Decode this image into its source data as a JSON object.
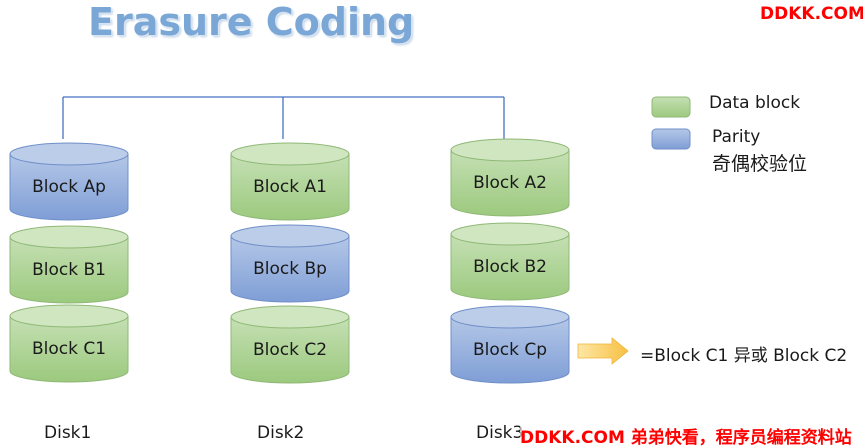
{
  "title": "Erasure Coding",
  "watermark_top": "DDKK.COM",
  "watermark_bottom": "DDKK.COM 弟弟快看，程序员编程资料站",
  "colors": {
    "data_block": "#a8d08d",
    "parity_block": "#8faadc",
    "connector": "#4472c4",
    "arrow": "#f9c85a"
  },
  "legend": {
    "data_label": "Data block",
    "parity_label": "Parity",
    "parity_sub": "奇偶校验位"
  },
  "disks": [
    {
      "name": "Disk1",
      "blocks": [
        {
          "label": "Block Ap",
          "kind": "parity"
        },
        {
          "label": "Block B1",
          "kind": "data"
        },
        {
          "label": "Block C1",
          "kind": "data"
        }
      ]
    },
    {
      "name": "Disk2",
      "blocks": [
        {
          "label": "Block A1",
          "kind": "data"
        },
        {
          "label": "Block Bp",
          "kind": "parity"
        },
        {
          "label": "Block C2",
          "kind": "data"
        }
      ]
    },
    {
      "name": "Disk3",
      "blocks": [
        {
          "label": "Block A2",
          "kind": "data"
        },
        {
          "label": "Block B2",
          "kind": "data"
        },
        {
          "label": "Block Cp",
          "kind": "parity"
        }
      ]
    }
  ],
  "formula": "=Block C1 异或 Block C2"
}
